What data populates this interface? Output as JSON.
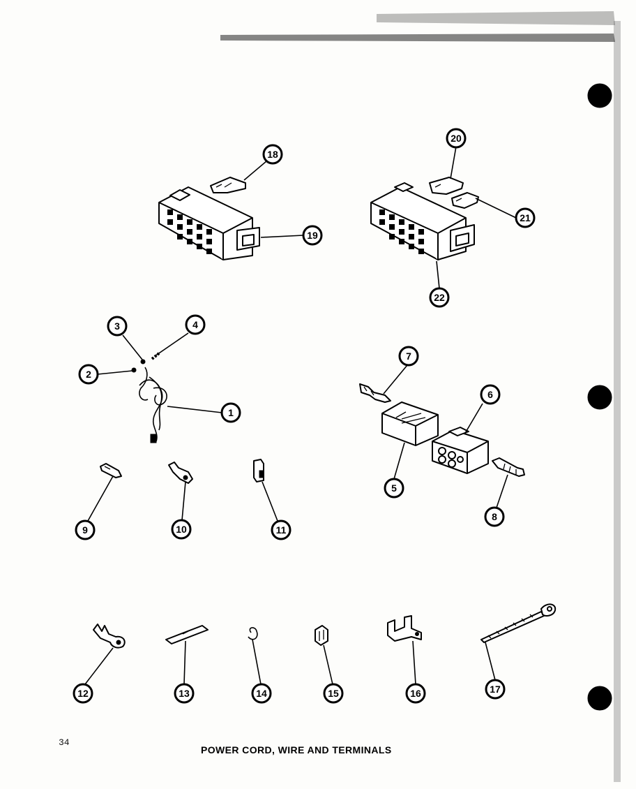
{
  "page": {
    "number": "34",
    "caption": "POWER CORD, WIRE AND TERMINALS"
  },
  "callouts": {
    "c1": "1",
    "c2": "2",
    "c3": "3",
    "c4": "4",
    "c5": "5",
    "c6": "6",
    "c7": "7",
    "c8": "8",
    "c9": "9",
    "c10": "10",
    "c11": "11",
    "c12": "12",
    "c13": "13",
    "c14": "14",
    "c15": "15",
    "c16": "16",
    "c17": "17",
    "c18": "18",
    "c19": "19",
    "c20": "20",
    "c21": "21",
    "c22": "22"
  }
}
